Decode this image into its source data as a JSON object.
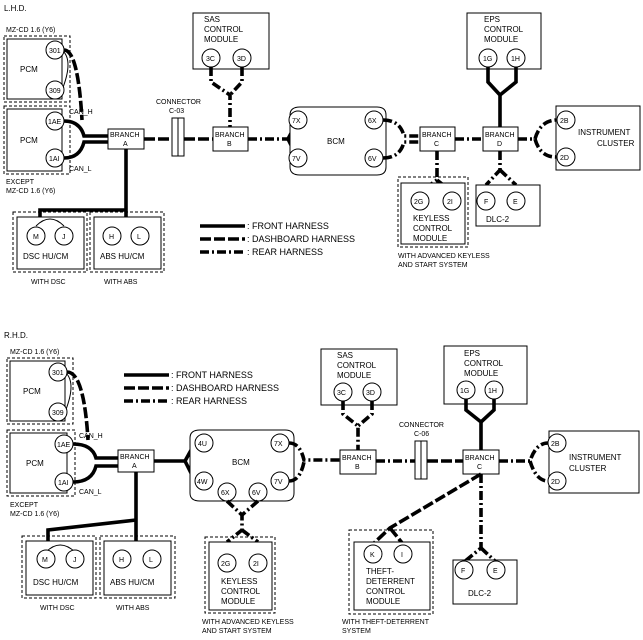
{
  "lhd": {
    "title": "L.H.D.",
    "pcm_note": "MZ-CD 1.6 (Y6)",
    "pcm": "PCM",
    "pcm_pins": [
      "301",
      "309"
    ],
    "pcm2": "PCM",
    "pcm2_pins": [
      "1AE",
      "1AI"
    ],
    "except_note": [
      "EXCEPT",
      "MZ-CD 1.6 (Y6)"
    ],
    "can_h": "CAN_H",
    "can_l": "CAN_L",
    "branch_a": [
      "BRANCH",
      "A"
    ],
    "connector": [
      "CONNECTOR",
      "C-03"
    ],
    "branch_b": [
      "BRANCH",
      "B"
    ],
    "sas": [
      "SAS",
      "CONTROL",
      "MODULE"
    ],
    "sas_pins": [
      "3C",
      "3D"
    ],
    "bcm": "BCM",
    "bcm_pins": [
      "7X",
      "7V",
      "6X",
      "6V"
    ],
    "branch_c": [
      "BRANCH",
      "C"
    ],
    "branch_d": [
      "BRANCH",
      "D"
    ],
    "eps": [
      "EPS",
      "CONTROL",
      "MODULE"
    ],
    "eps_pins": [
      "1G",
      "1H"
    ],
    "cluster": [
      "INSTRUMENT",
      "CLUSTER"
    ],
    "cluster_pins": [
      "2B",
      "2D"
    ],
    "keyless": [
      "KEYLESS",
      "CONTROL",
      "MODULE"
    ],
    "keyless_pins": [
      "2G",
      "2I"
    ],
    "keyless_note": [
      "WITH ADVANCED KEYLESS",
      "AND START SYSTEM"
    ],
    "dlc": "DLC-2",
    "dlc_pins": [
      "F",
      "E"
    ],
    "dsc": "DSC HU/CM",
    "dsc_pins": [
      "M",
      "J"
    ],
    "dsc_note": "WITH DSC",
    "abs": "ABS HU/CM",
    "abs_pins": [
      "H",
      "L"
    ],
    "abs_note": "WITH ABS"
  },
  "rhd": {
    "title": "R.H.D.",
    "pcm_note": "MZ-CD 1.6 (Y6)",
    "pcm": "PCM",
    "pcm_pins": [
      "301",
      "309"
    ],
    "pcm2": "PCM",
    "pcm2_pins": [
      "1AE",
      "1AI"
    ],
    "except_note": [
      "EXCEPT",
      "MZ-CD 1.6 (Y6)"
    ],
    "can_h": "CAN_H",
    "can_l": "CAN_L",
    "branch_a": [
      "BRANCH",
      "A"
    ],
    "bcm": "BCM",
    "bcm_pins": [
      "4U",
      "4W",
      "7X",
      "7V",
      "6X",
      "6V"
    ],
    "branch_b": [
      "BRANCH",
      "B"
    ],
    "sas": [
      "SAS",
      "CONTROL",
      "MODULE"
    ],
    "sas_pins": [
      "3C",
      "3D"
    ],
    "connector": [
      "CONNECTOR",
      "C-06"
    ],
    "branch_c": [
      "BRANCH",
      "C"
    ],
    "eps": [
      "EPS",
      "CONTROL",
      "MODULE"
    ],
    "eps_pins": [
      "1G",
      "1H"
    ],
    "cluster": [
      "INSTRUMENT",
      "CLUSTER"
    ],
    "cluster_pins": [
      "2B",
      "2D"
    ],
    "keyless": [
      "KEYLESS",
      "CONTROL",
      "MODULE"
    ],
    "keyless_pins": [
      "2G",
      "2I"
    ],
    "keyless_note": [
      "WITH ADVANCED KEYLESS",
      "AND START SYSTEM"
    ],
    "theft": [
      "THEFT-",
      "DETERRENT",
      "CONTROL",
      "MODULE"
    ],
    "theft_pins": [
      "K",
      "I"
    ],
    "theft_note": [
      "WITH THEFT-DETERRENT",
      "SYSTEM"
    ],
    "dlc": "DLC-2",
    "dlc_pins": [
      "F",
      "E"
    ],
    "dsc": "DSC HU/CM",
    "dsc_pins": [
      "M",
      "J"
    ],
    "dsc_note": "WITH DSC",
    "abs": "ABS HU/CM",
    "abs_pins": [
      "H",
      "L"
    ],
    "abs_note": "WITH ABS"
  },
  "legend": {
    "front": ": FRONT HARNESS",
    "dashboard": ": DASHBOARD HARNESS",
    "rear": ": REAR HARNESS"
  }
}
